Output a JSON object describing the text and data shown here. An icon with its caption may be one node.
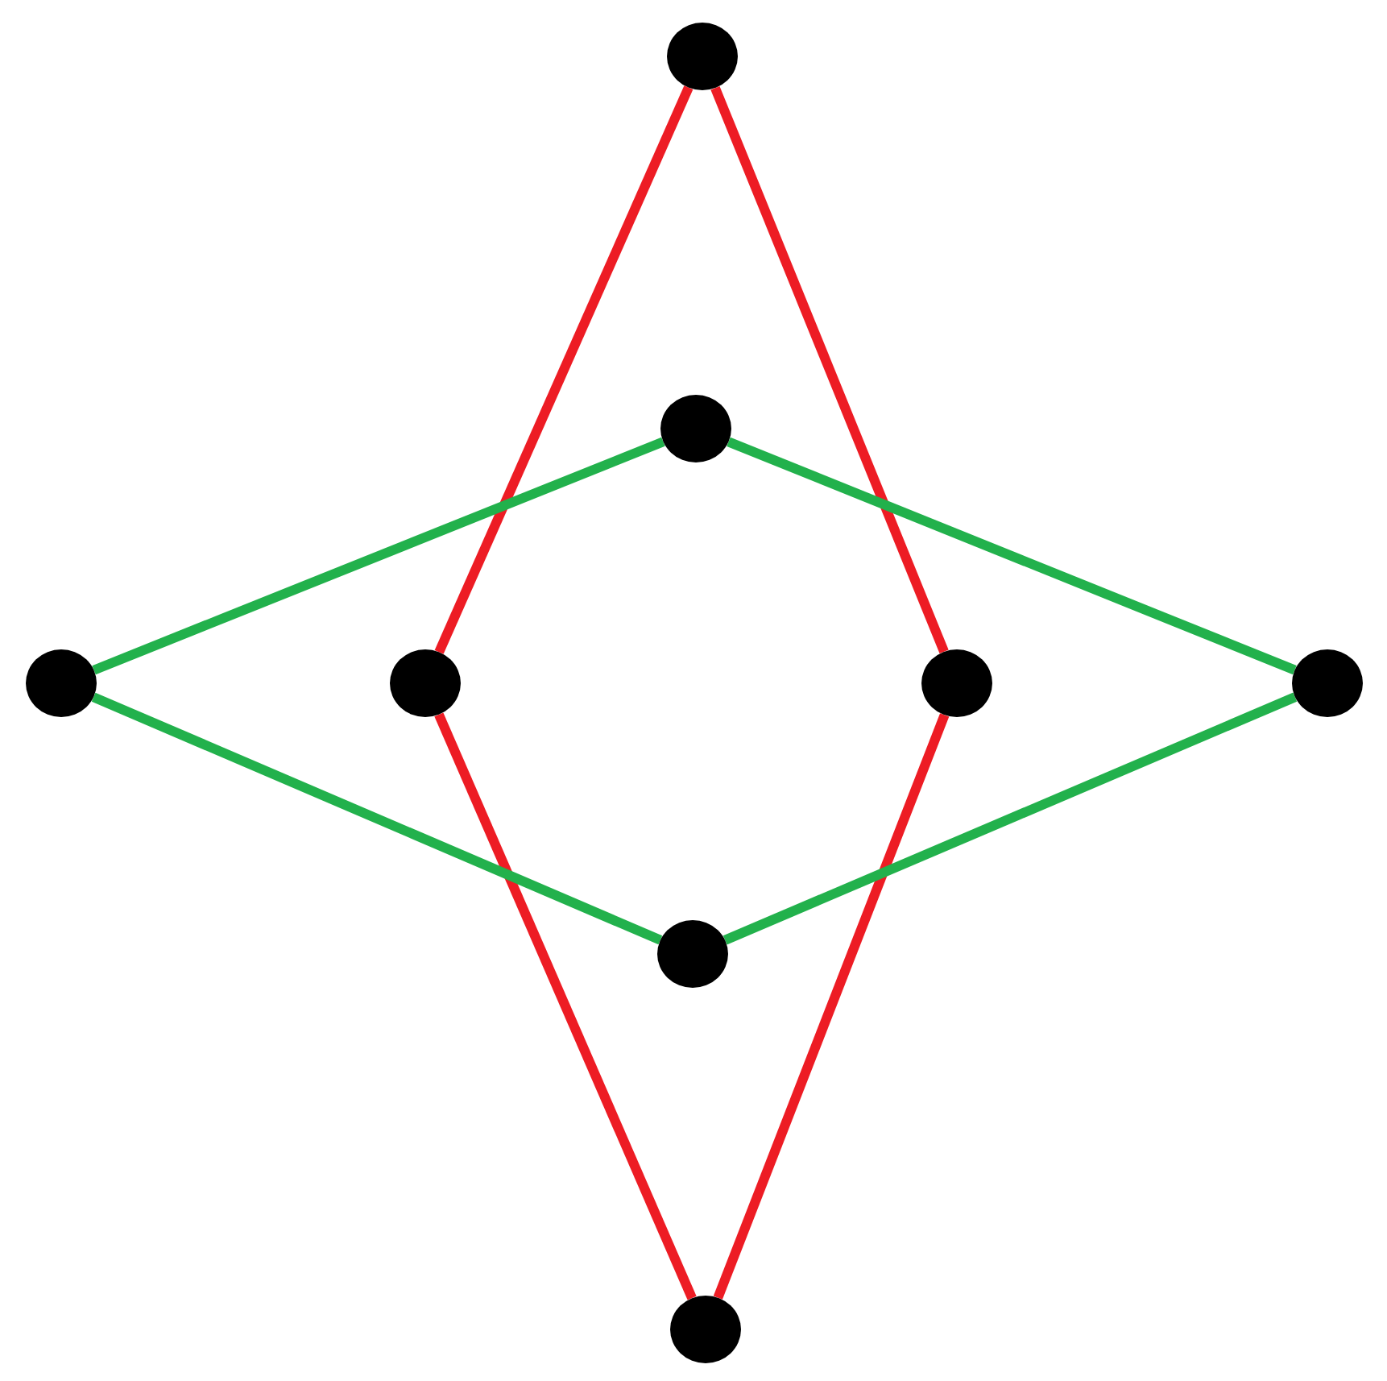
{
  "diagram": {
    "nodes": [
      {
        "text": [],
        "shape": "circle"
      },
      {
        "text": [],
        "shape": "circle"
      },
      {
        "text": [],
        "shape": "circle"
      },
      {
        "text": [],
        "shape": "circle"
      },
      {
        "text": [],
        "shape": "circle"
      },
      {
        "text": [],
        "shape": "circle"
      },
      {
        "text": [],
        "shape": "circle"
      },
      {
        "text": [],
        "shape": "circle"
      }
    ],
    "edges": [
      {
        "from": 0,
        "to": 3,
        "arrow": "none",
        "color": "#ed1c24"
      },
      {
        "from": 0,
        "to": 4,
        "arrow": "none",
        "color": "#ed1c24"
      },
      {
        "from": 3,
        "to": 7,
        "arrow": "none",
        "color": "#ed1c24"
      },
      {
        "from": 4,
        "to": 7,
        "arrow": "none",
        "color": "#ed1c24"
      },
      {
        "from": 2,
        "to": 1,
        "arrow": "none",
        "color": "#22b14c"
      },
      {
        "from": 1,
        "to": 5,
        "arrow": "none",
        "color": "#22b14c"
      },
      {
        "from": 2,
        "to": 6,
        "arrow": "none",
        "color": "#22b14c"
      },
      {
        "from": 6,
        "to": 5,
        "arrow": "none",
        "color": "#22b14c"
      }
    ]
  }
}
